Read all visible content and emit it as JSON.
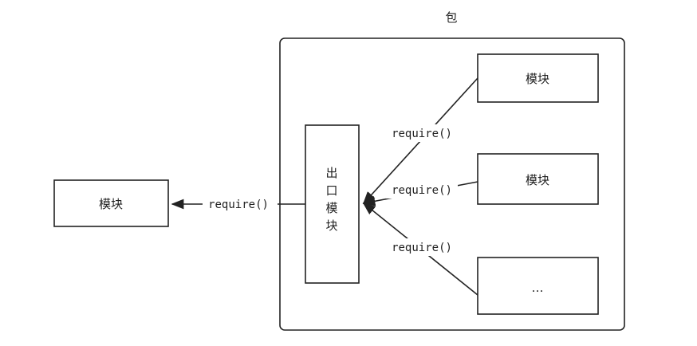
{
  "package_label": "包",
  "external_module": "模块",
  "exit_module": [
    "出",
    "口",
    "模",
    "块"
  ],
  "inner_modules": [
    "模块",
    "模块",
    "…"
  ],
  "edge_labels": {
    "external": "require()",
    "inner": [
      "require()",
      "require()",
      "require()"
    ]
  }
}
